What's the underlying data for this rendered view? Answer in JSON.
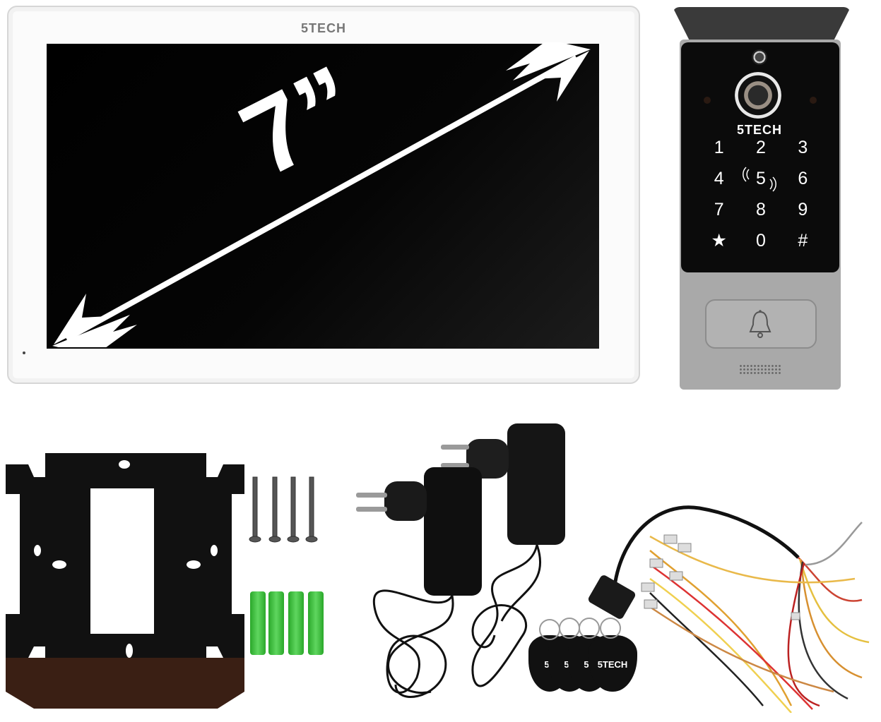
{
  "monitor": {
    "brand_logo": "5TECH",
    "screen_size_label": "7”"
  },
  "door_station": {
    "brand_logo": "5TECH",
    "keypad_keys": [
      "1",
      "2",
      "3",
      "4",
      "5",
      "6",
      "7",
      "8",
      "9",
      "★",
      "0",
      "#"
    ]
  },
  "rfid_tags": {
    "labels": [
      "5T",
      "5T",
      "5T",
      "5TECH"
    ]
  },
  "icons": {
    "arrow": "double-headed-arrow-icon",
    "bell": "bell-icon",
    "rfid": "contactless-icon"
  },
  "colors": {
    "monitor_frame": "#fbfbfb",
    "screen": "#000000",
    "door_body": "#a9a9a9",
    "door_panel": "#0b0b0b",
    "wall_anchor": "#3cc43c"
  }
}
